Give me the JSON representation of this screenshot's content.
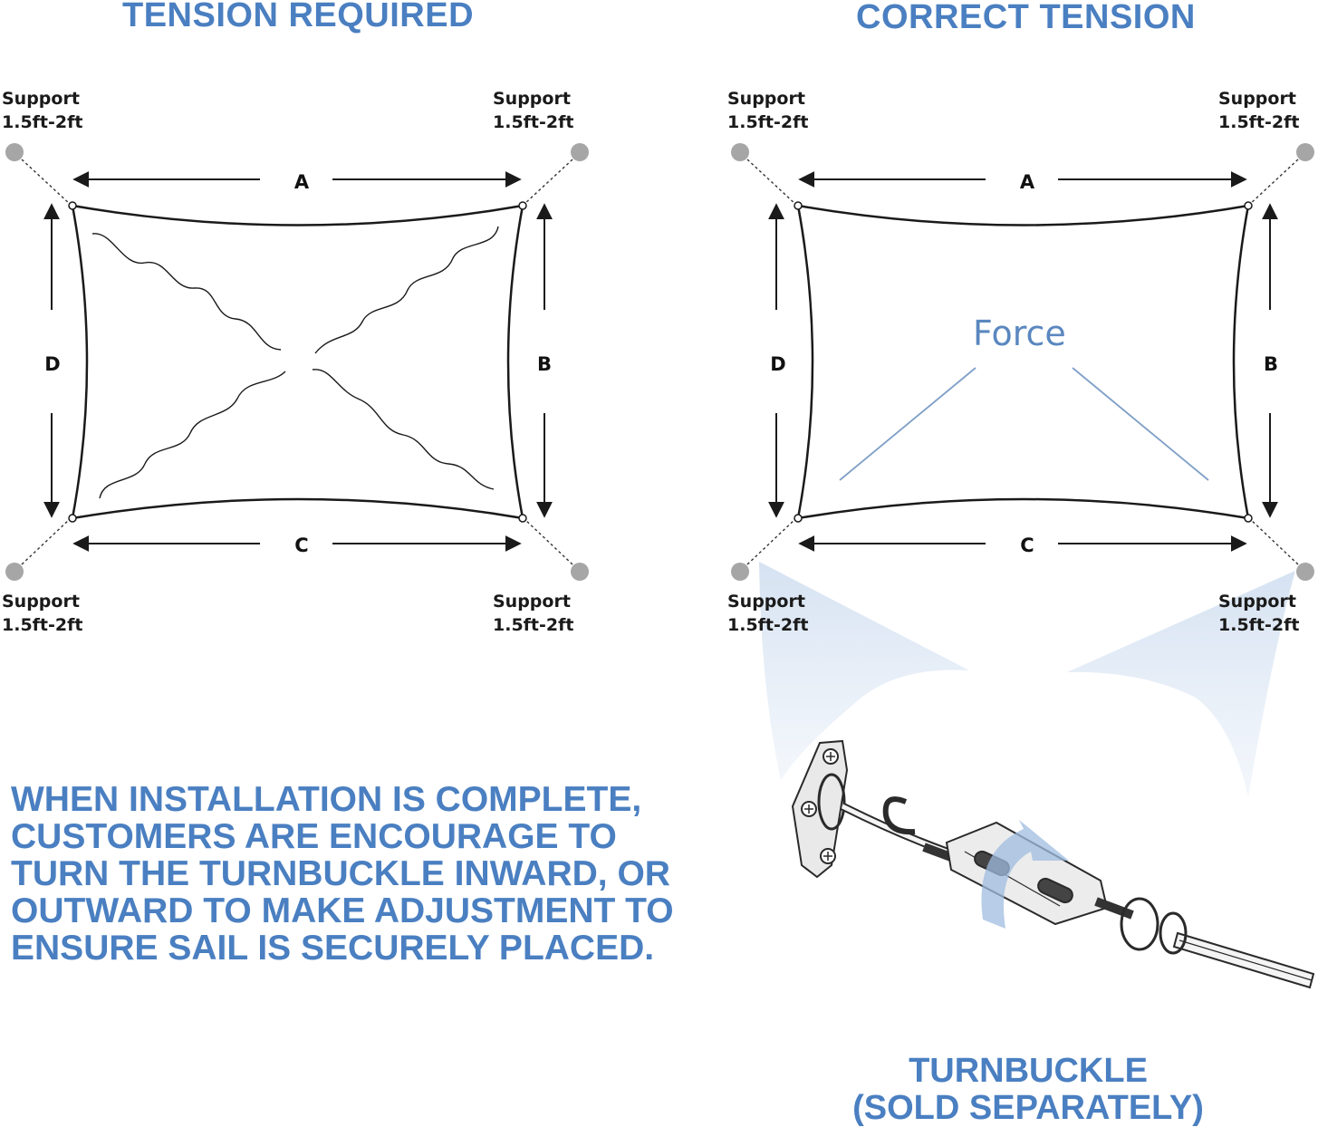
{
  "left_panel": {
    "title": "TENSION REQUIRED",
    "supports": [
      {
        "line1": "Support",
        "line2": "1.5ft-2ft"
      },
      {
        "line1": "Support",
        "line2": "1.5ft-2ft"
      },
      {
        "line1": "Support",
        "line2": "1.5ft-2ft"
      },
      {
        "line1": "Support",
        "line2": "1.5ft-2ft"
      }
    ],
    "sides": {
      "top": "A",
      "right": "B",
      "bottom": "C",
      "left": "D"
    }
  },
  "right_panel": {
    "title": "CORRECT TENSION",
    "supports": [
      {
        "line1": "Support",
        "line2": "1.5ft-2ft"
      },
      {
        "line1": "Support",
        "line2": "1.5ft-2ft"
      },
      {
        "line1": "Support",
        "line2": "1.5ft-2ft"
      },
      {
        "line1": "Support",
        "line2": "1.5ft-2ft"
      }
    ],
    "sides": {
      "top": "A",
      "right": "B",
      "bottom": "C",
      "left": "D"
    },
    "force_label": "Force"
  },
  "instruction_lines": [
    "WHEN INSTALLATION IS COMPLETE,",
    "CUSTOMERS ARE ENCOURAGE TO",
    "TURN THE TURNBUCKLE INWARD, OR",
    "OUTWARD TO MAKE ADJUSTMENT TO",
    "ENSURE SAIL IS SECURELY PLACED."
  ],
  "turnbuckle_caption": {
    "line1": "TURNBUCKLE",
    "line2": "(SOLD SEPARATELY)"
  },
  "colors": {
    "accent": "#4a7fc1",
    "support_dot": "#a6a6a6",
    "line": "#1a1a1a",
    "arrow_fill": "#b8cde6"
  }
}
